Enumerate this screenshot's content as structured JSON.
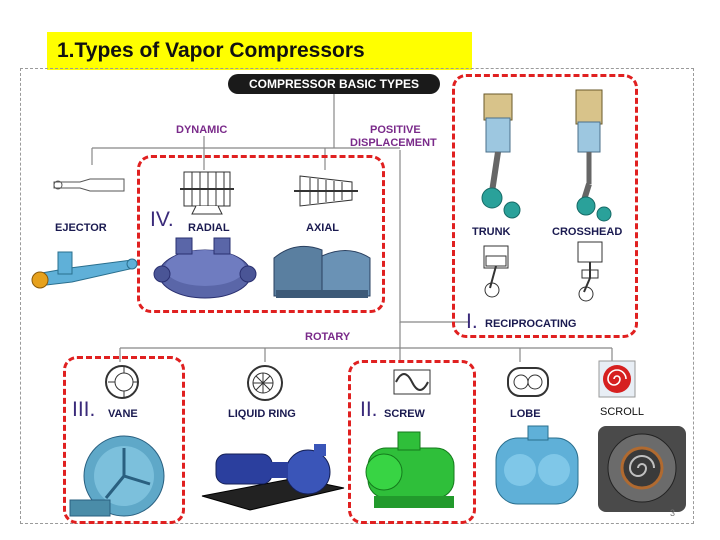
{
  "slide": {
    "title": "1.Types of Vapor Compressors",
    "page_number": "3"
  },
  "diagram": {
    "root": "COMPRESSOR BASIC TYPES",
    "categories": {
      "dynamic": "DYNAMIC",
      "positive_displacement_line1": "POSITIVE",
      "positive_displacement_line2": "DISPLACEMENT",
      "rotary": "ROTARY",
      "reciprocating": "RECIPROCATING"
    },
    "types": {
      "ejector": "EJECTOR",
      "radial": "RADIAL",
      "axial": "AXIAL",
      "trunk": "TRUNK",
      "crosshead": "CROSSHEAD",
      "vane": "VANE",
      "liquid_ring": "LIQUID RING",
      "screw": "SCREW",
      "lobe": "LOBE",
      "scroll": "SCROLL"
    },
    "roman_markers": {
      "reciprocating": "I.",
      "screw": "II.",
      "vane": "III.",
      "radial": "IV."
    }
  },
  "colors": {
    "title_bg": "#ffff00",
    "highlight_border": "#e02020",
    "machine_blue": "#5fb0d8",
    "machine_green": "#2fbf3a",
    "machine_darkblue": "#2b3f9e"
  }
}
